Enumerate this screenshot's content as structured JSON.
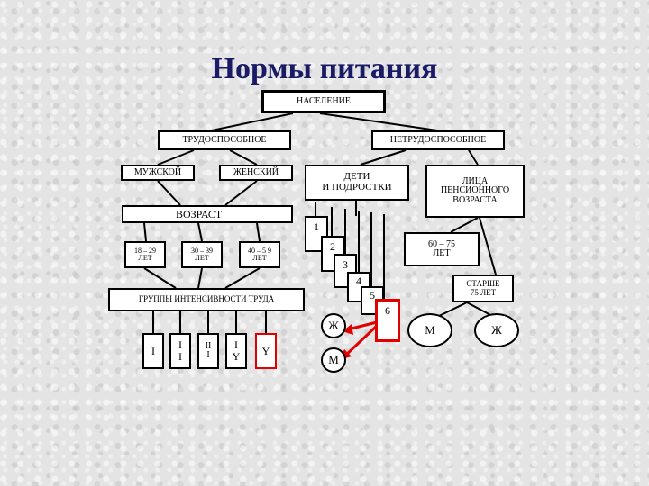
{
  "title": "Нормы питания",
  "nodes": {
    "population": "НАСЕЛЕНИЕ",
    "able": "ТРУДОСПОСОБНОЕ",
    "unable": "НЕТРУДОСПОСОБНОЕ",
    "male": "МУЖСКОЙ",
    "female": "ЖЕНСКИЙ",
    "children": "ДЕТИ\nИ ПОДРОСТКИ",
    "pensioners": "ЛИЦА\nПЕНСИОННОГО\nВОЗРАСТА",
    "age": "ВОЗРАСТ",
    "age1": "18 – 29\nЛЕТ",
    "age2": "30 – 39\nЛЕТ",
    "age3": "40 – 5 9\nЛЕТ",
    "groups": "ГРУППЫ ИНТЕНСИВНОСТИ ТРУДА",
    "g1": "I",
    "g2": "I\nI",
    "g3": "II\nI",
    "g4": "I\nY",
    "g5": "Y",
    "c1": "1",
    "c2": "2",
    "c3": "3",
    "c4": "4",
    "c5": "5",
    "c6": "6",
    "female_short": "Ж",
    "male_short": "М",
    "p_60_75": "60 – 75\nЛЕТ",
    "p_75": "СТАРШЕ\n75 ЛЕТ",
    "p_m": "М",
    "p_f": "Ж"
  },
  "colors": {
    "title": "#1a1a66",
    "highlight": "#e00000"
  }
}
